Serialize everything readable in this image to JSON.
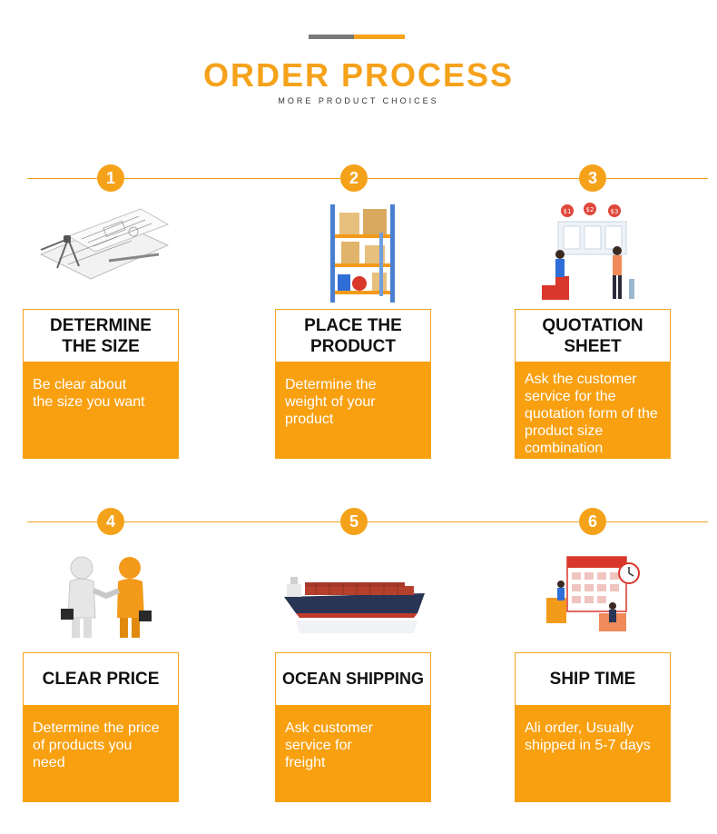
{
  "header": {
    "title": "ORDER PROCESS",
    "subtitle": "MORE PRODUCT CHOICES"
  },
  "colors": {
    "accent": "#f5a21b",
    "card_body": "#f8a010",
    "text_dark": "#111111"
  },
  "steps": [
    {
      "number": "1",
      "title": "DETERMINE THE SIZE",
      "desc": "Be clear about the size you want",
      "icon": "blueprint-icon"
    },
    {
      "number": "2",
      "title": "PLACE THE PRODUCT",
      "desc": "Determine the weight of your product",
      "icon": "warehouse-shelf-icon"
    },
    {
      "number": "3",
      "title": "QUOTATION SHEET",
      "desc": "Ask the customer service for the quotation form of the product size combination",
      "icon": "quotation-board-icon"
    },
    {
      "number": "4",
      "title": "CLEAR PRICE",
      "desc": "Determine the price of products you need",
      "icon": "handshake-icon"
    },
    {
      "number": "5",
      "title": "OCEAN SHIPPING",
      "desc": "Ask customer service for freight",
      "icon": "cargo-ship-icon"
    },
    {
      "number": "6",
      "title": "SHIP TIME",
      "desc": "Ali order, Usually shipped in 5-7 days",
      "icon": "calendar-clock-icon"
    }
  ]
}
